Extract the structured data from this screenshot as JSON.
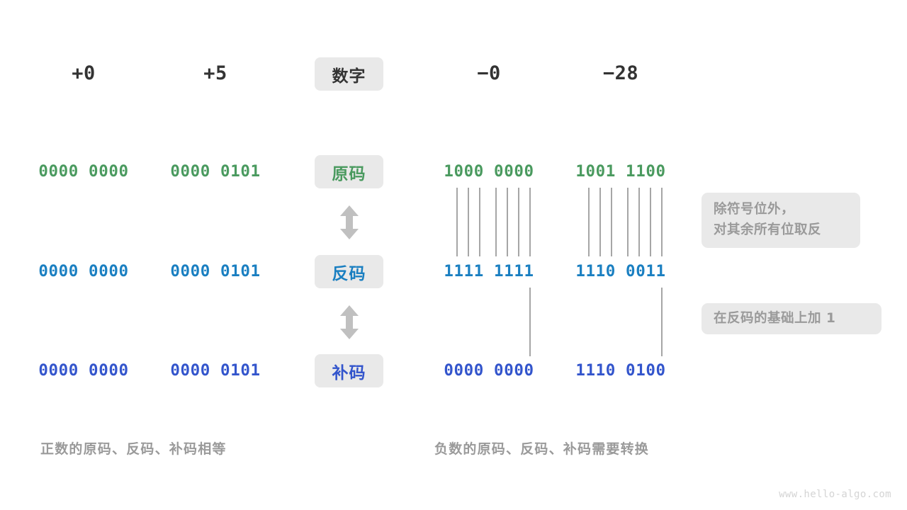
{
  "columns": {
    "headers": [
      "+0",
      "+5",
      "− 0",
      "− 28"
    ],
    "header_positive": [
      "+0",
      "+5"
    ],
    "header_negative": [
      "−0",
      "−28"
    ]
  },
  "center_labels": {
    "number": "数字",
    "sign_magnitude": "原码",
    "ones_complement": "反码",
    "twos_complement": "补码"
  },
  "rows": {
    "sign_magnitude": {
      "label": "原码",
      "values": [
        "0000 0000",
        "0000 0101",
        "1000 0000",
        "1001 1100"
      ]
    },
    "ones_complement": {
      "label": "反码",
      "values": [
        "0000 0000",
        "0000 0101",
        "1111 1111",
        "1110 0011"
      ]
    },
    "twos_complement": {
      "label": "补码",
      "values": [
        "0000 0000",
        "0000 0101",
        "0000 0000",
        "1110 0100"
      ]
    }
  },
  "notes": {
    "invert": {
      "line1": "除符号位外，",
      "line2": "对其余所有位取反"
    },
    "add_one": {
      "line1": "在反码的基础上加 1"
    }
  },
  "captions": {
    "positive": "正数的原码、反码、补码相等",
    "negative": "负数的原码、反码、补码需要转换"
  },
  "watermark": "www.hello-algo.com",
  "colors": {
    "background": "#ffffff",
    "chip_bg": "#e9e9e9",
    "text_dark": "#333333",
    "green": "#4a9a5f",
    "blue": "#1a7fc1",
    "indigo": "#3355cc",
    "muted": "#9a9a9a",
    "connector_line": "#808080",
    "arrow": "#c0c0c0",
    "watermark": "#d4d4d4"
  }
}
